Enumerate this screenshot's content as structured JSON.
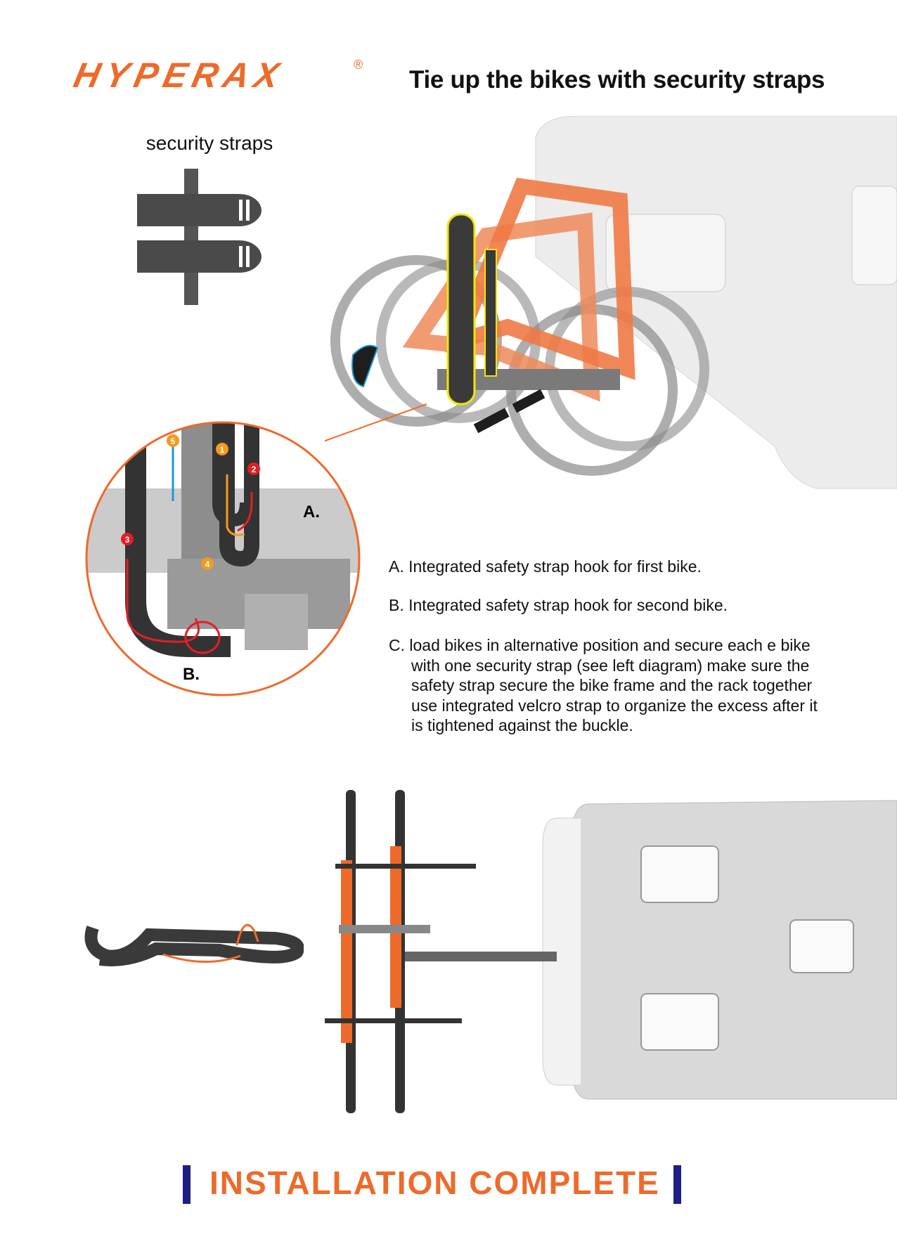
{
  "brand": {
    "name": "HYPERAX",
    "registered_mark": "®",
    "color": "#ee6a2b"
  },
  "header": {
    "title": "Tie up the bikes with security straps"
  },
  "straps_section": {
    "label": "security straps"
  },
  "diagram": {
    "callouts": {
      "a": "A.",
      "b": "B."
    },
    "steps": [
      "1",
      "2",
      "3",
      "4",
      "5"
    ],
    "colors": {
      "orange": "#f39a1e",
      "red": "#e31e24",
      "blue": "#1a9ad6",
      "circle": "#ee6a2b"
    }
  },
  "instructions": {
    "a": "A. Integrated safety strap hook for first bike.",
    "b": "B. Integrated safety strap hook for second bike.",
    "c_first": "C. load bikes in alternative position and secure each e bike",
    "c_lines": [
      "with one security strap (see left diagram) make sure the",
      "safety strap secure the bike frame and the rack together",
      "use integrated velcro strap to organize the excess after it",
      "is tightened against the buckle."
    ]
  },
  "footer": {
    "text": "INSTALLATION COMPLETE",
    "bar_color": "#1e1f86"
  }
}
